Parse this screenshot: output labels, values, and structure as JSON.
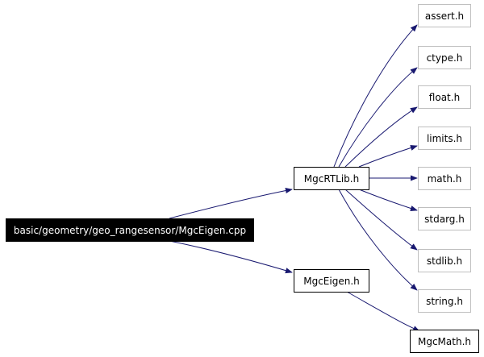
{
  "colors": {
    "edge": "#191970",
    "root_bg": "#000000",
    "root_text": "#ffffff",
    "dim_border": "#bfbfbf"
  },
  "nodes": {
    "root": "basic/geometry/geo_rangesensor/MgcEigen.cpp",
    "mgcrtlib": "MgcRTLib.h",
    "mgceigen": "MgcEigen.h",
    "assert": "assert.h",
    "ctype": "ctype.h",
    "float": "float.h",
    "limits": "limits.h",
    "math": "math.h",
    "stdarg": "stdarg.h",
    "stdlib": "stdlib.h",
    "string": "string.h",
    "mgcmath": "MgcMath.h"
  },
  "edges": [
    [
      "root",
      "mgcrtlib"
    ],
    [
      "root",
      "mgceigen"
    ],
    [
      "mgcrtlib",
      "assert"
    ],
    [
      "mgcrtlib",
      "ctype"
    ],
    [
      "mgcrtlib",
      "float"
    ],
    [
      "mgcrtlib",
      "limits"
    ],
    [
      "mgcrtlib",
      "math"
    ],
    [
      "mgcrtlib",
      "stdarg"
    ],
    [
      "mgcrtlib",
      "stdlib"
    ],
    [
      "mgcrtlib",
      "string"
    ],
    [
      "mgceigen",
      "mgcmath"
    ]
  ]
}
